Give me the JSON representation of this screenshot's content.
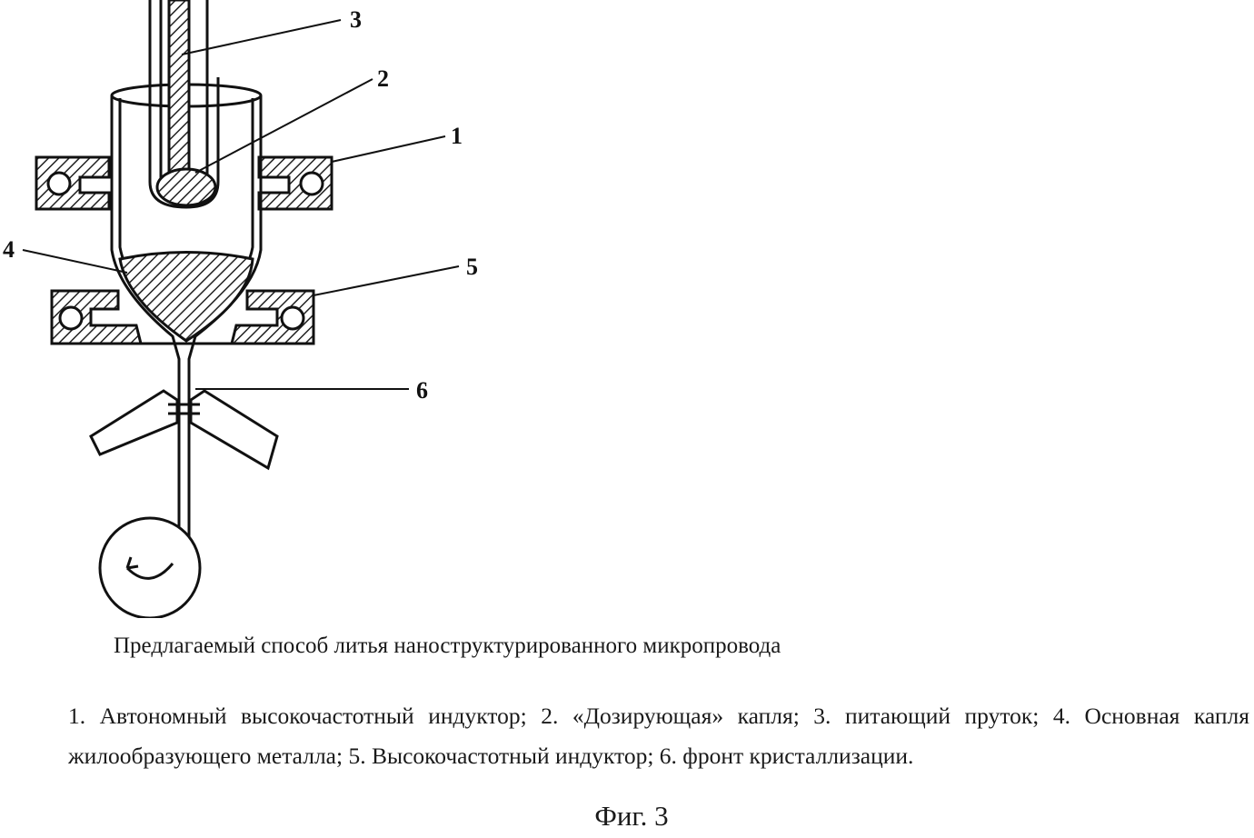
{
  "diagram": {
    "labels": [
      "1",
      "2",
      "3",
      "4",
      "5",
      "6"
    ]
  },
  "caption": "Предлагаемый способ литья наноструктурированного микропровода",
  "legend": "1. Автономный высокочастотный индуктор; 2. «Дозирующая» капля;  3. питающий пруток; 4. Основная капля жилообразующего металла; 5. Высокочастотный индуктор;  6. фронт кристаллизации.",
  "figure_label": "Фиг. 3"
}
